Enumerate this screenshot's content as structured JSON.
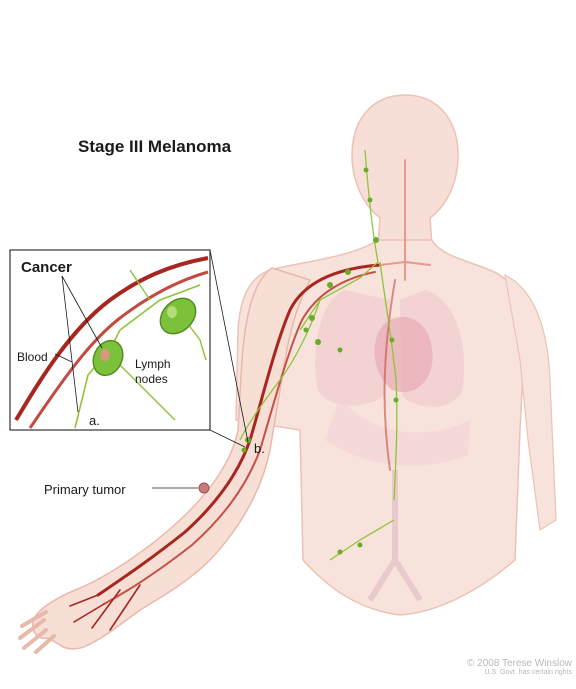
{
  "title": "Stage III Melanoma",
  "labels": {
    "cancer": "Cancer",
    "blood": "Blood",
    "lymph_nodes_line1": "Lymph",
    "lymph_nodes_line2": "nodes",
    "a": "a.",
    "b": "b.",
    "primary_tumor": "Primary tumor"
  },
  "credit": {
    "line1": "© 2008 Terese Winslow",
    "line2": "U.S. Govt. has certain rights"
  },
  "colors": {
    "background": "#ffffff",
    "skin": "#f6d9cf",
    "skin_outline": "#e8b9aa",
    "artery": "#a7261f",
    "vein_light": "#e59a8e",
    "lymph_green": "#8fc43a",
    "node_green": "#6aab2a",
    "tumor": "#c77b7b",
    "text": "#1a1a1a"
  },
  "icons": [
    "body-silhouette",
    "arm-illustration",
    "lymph-node-inset",
    "blood-vessel",
    "lymph-node",
    "primary-tumor-marker"
  ]
}
